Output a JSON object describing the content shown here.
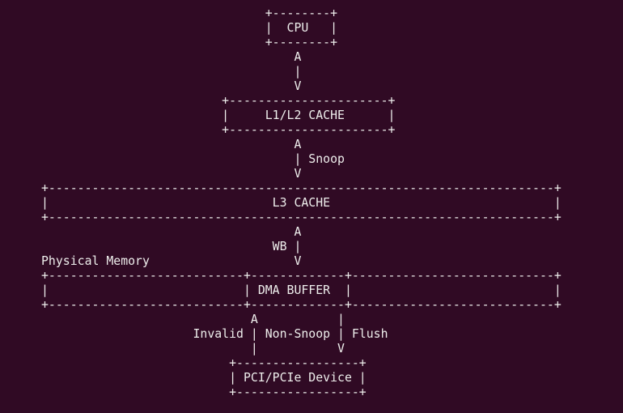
{
  "lines": [
    "                               +--------+",
    "                               |  CPU   |",
    "                               +--------+",
    "                                   A",
    "                                   |",
    "                                   V",
    "                         +----------------------+",
    "                         |     L1/L2 CACHE      |",
    "                         +----------------------+",
    "                                   A",
    "                                   | Snoop",
    "                                   V",
    "+----------------------------------------------------------------------+",
    "|                               L3 CACHE                               |",
    "+----------------------------------------------------------------------+",
    "                                   A",
    "                                WB |",
    "Physical Memory                    V",
    "+---------------------------+-------------+----------------------------+",
    "|                           | DMA BUFFER  |                            |",
    "+---------------------------+-------------+----------------------------+",
    "                             A           |",
    "                     Invalid | Non-Snoop | Flush",
    "                             |           V",
    "                          +-----------------+",
    "                          | PCI/PCIe Device |",
    "                          +-----------------+"
  ]
}
